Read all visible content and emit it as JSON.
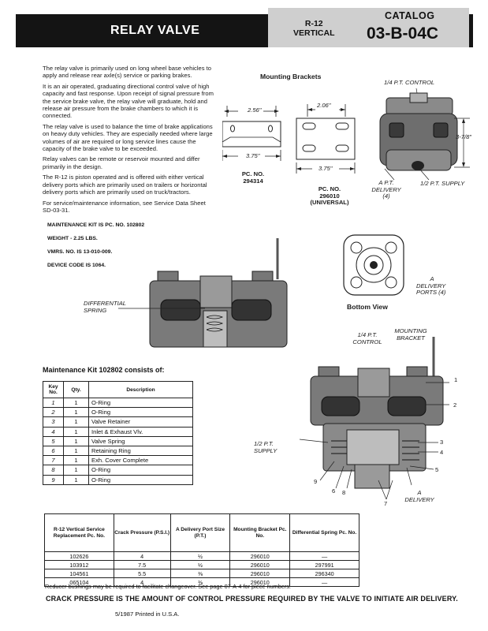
{
  "header": {
    "title": "RELAY VALVE",
    "model": "R-12",
    "orientation": "VERTICAL",
    "catalog_label": "CATALOG",
    "catalog_number": "03-B-04C"
  },
  "intro": [
    "The relay valve is primarily used on long wheel base vehicles to apply and release rear axle(s) service or parking brakes.",
    "It is an air operated, graduating directional control valve of high capacity and fast response. Upon receipt of signal pressure from the service brake valve, the relay valve will graduate, hold and release air pressure from the brake chambers to which it is connected.",
    "The relay valve is used to balance the time of brake applications on heavy duty vehicles. They are especially needed where large volumes of air are required or long service lines cause the capacity of the brake valve to be exceeded.",
    "Relay valves can be remote or reservoir mounted and differ primarily in the design.",
    "The R-12 is piston operated and is offered with either vertical delivery ports which are primarily used on trailers or horizontal delivery ports which are primarily used on truck/tractors.",
    "For service/maintenance information, see Service Data Sheet SD-03-31."
  ],
  "specs": {
    "maintenance_kit": "MAINTENANCE KIT IS PC. NO. 102802",
    "weight": "WEIGHT - 2.25 LBS.",
    "vmrs": "VMRS. NO. IS 13-010-009.",
    "device_code": "DEVICE CODE IS 1064."
  },
  "brackets": {
    "title": "Mounting Brackets",
    "b1_dim_top": "2.56\"",
    "b1_dim_bottom": "3.75\"",
    "b1_label": "PC. NO.",
    "b1_number": "294314",
    "b2_dim_top": "2.06\"",
    "b2_dim_bottom": "3.75\"",
    "b2_label": "PC. NO.",
    "b2_number": "296010",
    "b2_note": "(UNIVERSAL)"
  },
  "valve_top": {
    "control": "1/4 P.T. CONTROL",
    "height": "3-7/8\"",
    "delivery_a": "A P.T.",
    "delivery": "DELIVERY",
    "delivery_count": "(4)",
    "supply": "1/2 P.T. SUPPLY"
  },
  "bottom_view": {
    "title": "Bottom View",
    "port_a": "A",
    "ports_label": "DELIVERY",
    "ports_count": "PORTS (4)"
  },
  "diff_spring": {
    "line1": "DIFFERENTIAL",
    "line2": "SPRING"
  },
  "section": {
    "control_1": "1/4 P.T.",
    "control_2": "CONTROL",
    "bracket_1": "MOUNTING",
    "bracket_2": "BRACKET",
    "supply_1": "1/2 P.T.",
    "supply_2": "SUPPLY",
    "delivery_a": "A",
    "delivery": "DELIVERY",
    "k1": "1",
    "k2": "2",
    "k3": "3",
    "k4": "4",
    "k5": "5",
    "k6": "6",
    "k7": "7",
    "k8": "8",
    "k9": "9"
  },
  "kit": {
    "title": "Maintenance Kit 102802 consists of:",
    "headers": [
      "Key No.",
      "Qty.",
      "Description"
    ],
    "rows": [
      [
        "1",
        "1",
        "O-Ring"
      ],
      [
        "2",
        "1",
        "O-Ring"
      ],
      [
        "3",
        "1",
        "Valve Retainer"
      ],
      [
        "4",
        "1",
        "Inlet & Exhaust Vlv."
      ],
      [
        "5",
        "1",
        "Valve Spring"
      ],
      [
        "6",
        "1",
        "Retaining Ring"
      ],
      [
        "7",
        "1",
        "Exh. Cover Complete"
      ],
      [
        "8",
        "1",
        "O-Ring"
      ],
      [
        "9",
        "1",
        "O-Ring"
      ]
    ]
  },
  "replacement": {
    "headers": [
      "R-12 Vertical Service Replacement Pc. No.",
      "Crack Pressure (P.S.I.)",
      "A Delivery Port Size (P.T.)",
      "Mounting Bracket Pc. No.",
      "Differential Spring Pc. No."
    ],
    "rows": [
      [
        "102626",
        "4",
        "½",
        "296010",
        "—"
      ],
      [
        "103912",
        "7.5",
        "½",
        "296010",
        "297991"
      ],
      [
        "104561",
        "5.5",
        "⅜",
        "296010",
        "296340"
      ],
      [
        "065104",
        "4",
        "⅜",
        "296010",
        "—"
      ]
    ]
  },
  "note": "Reducer bushings may be required to facilitate changeover. See page 07-A-4 for piece numbers.",
  "crack_note": "CRACK PRESSURE IS THE AMOUNT OF CONTROL PRESSURE REQUIRED BY THE VALVE TO INITIATE AIR DELIVERY.",
  "printed": "5/1987 Printed in U.S.A."
}
